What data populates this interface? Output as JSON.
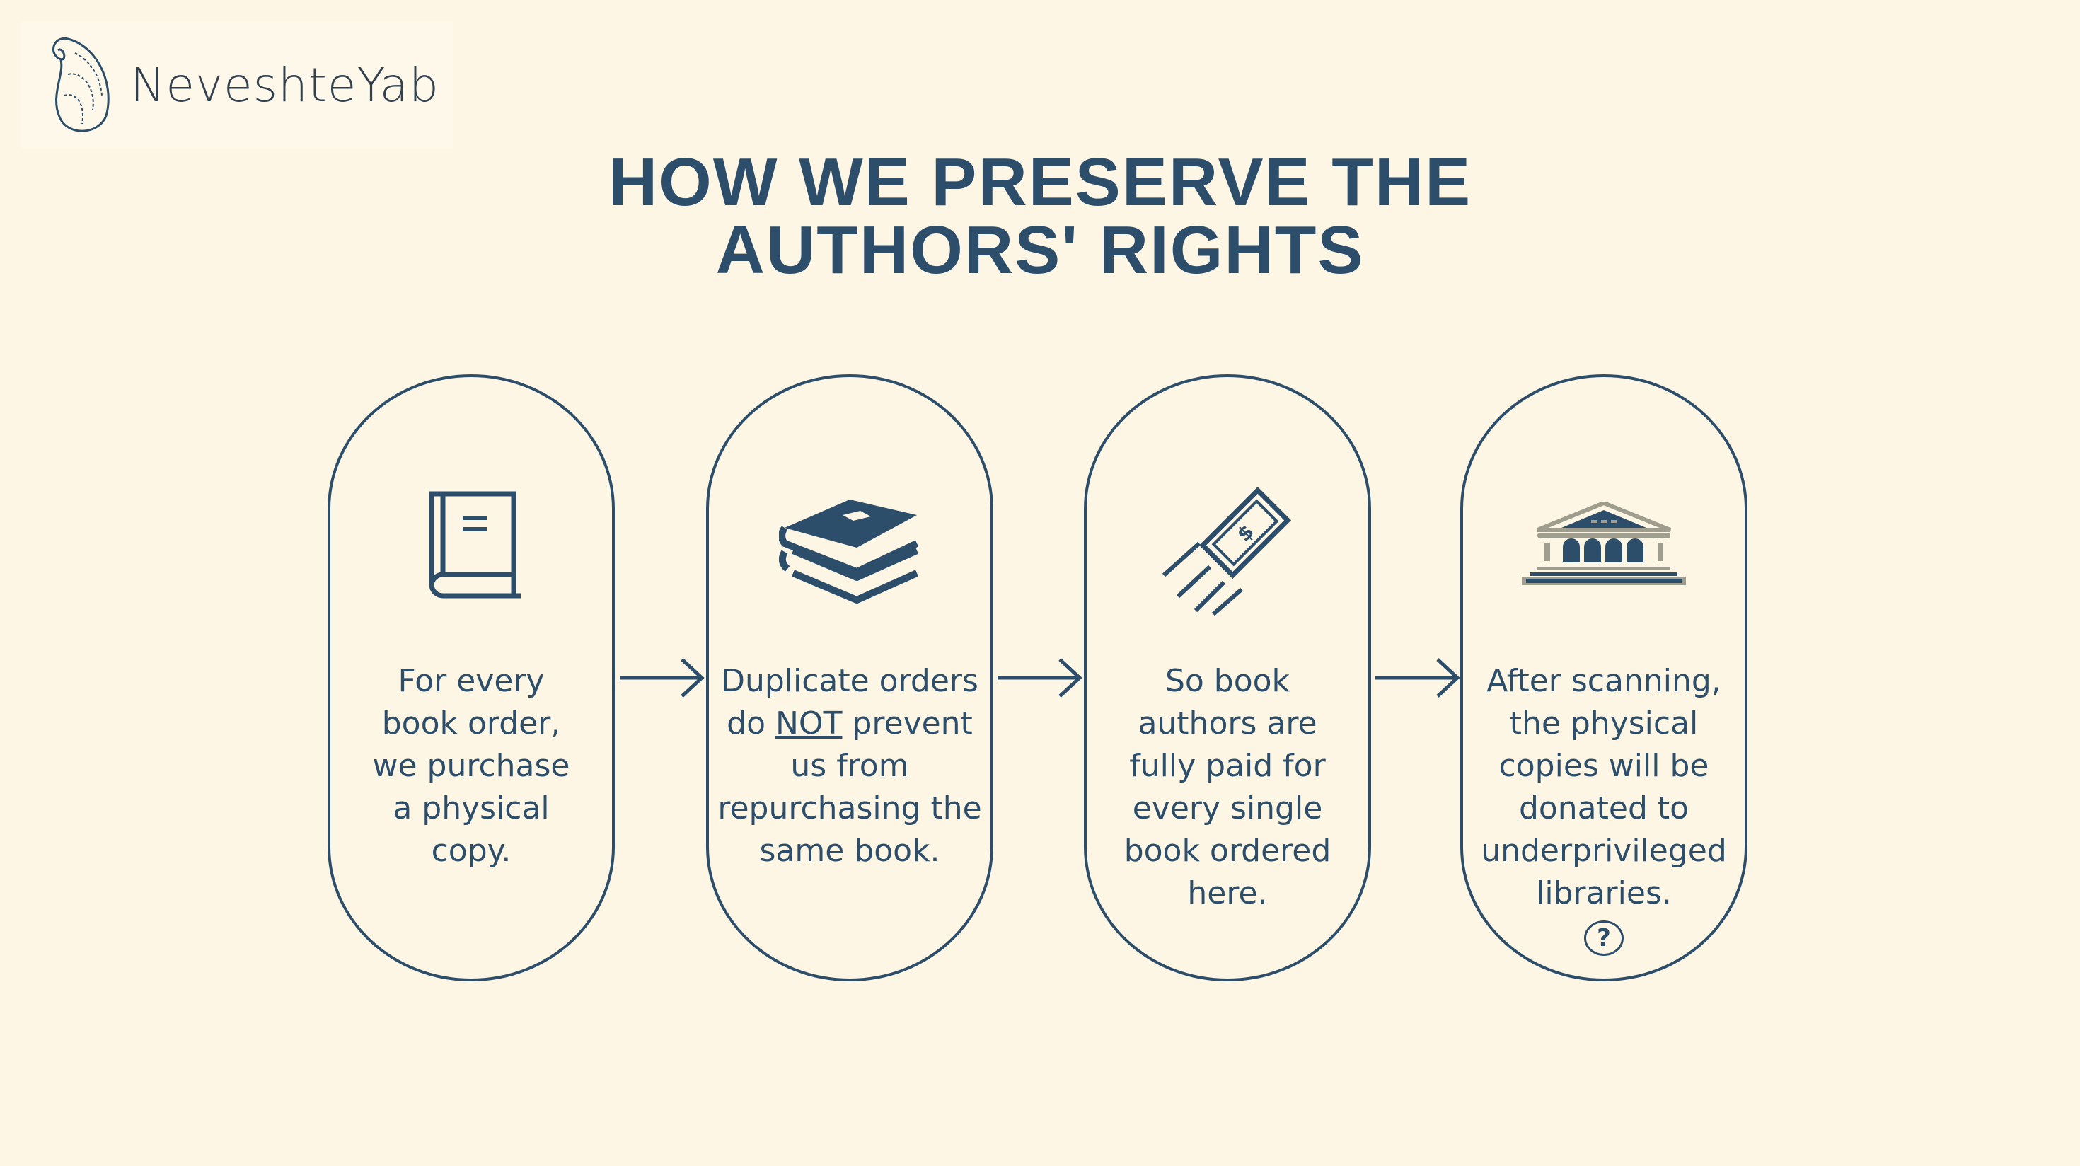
{
  "brand": {
    "name": "NeveshteYab",
    "logo_icon": "paisley-icon"
  },
  "title": {
    "line1": "HOW WE PRESERVE THE",
    "line2": "AUTHORS' RIGHTS"
  },
  "colors": {
    "background": "#fdf6e4",
    "primary": "#2d4e6b",
    "accent": "#9f9d8d"
  },
  "steps": [
    {
      "icon": "book-icon",
      "lines": [
        "For every",
        "book order,",
        "we purchase",
        "a physical",
        "copy."
      ]
    },
    {
      "icon": "book-stack-icon",
      "line1_a": "Duplicate orders",
      "line2_a": "do ",
      "line2_u": "NOT",
      "line2_b": " prevent",
      "lines": [
        "us from",
        "repurchasing the",
        "same book."
      ]
    },
    {
      "icon": "flying-money-icon",
      "lines": [
        "So book",
        "authors are",
        "fully paid for",
        "every single",
        "book ordered",
        "here."
      ]
    },
    {
      "icon": "library-building-icon",
      "lines": [
        "After scanning,",
        "the physical",
        "copies will be",
        "donated to",
        "underprivileged",
        "libraries."
      ],
      "help": "?"
    }
  ]
}
